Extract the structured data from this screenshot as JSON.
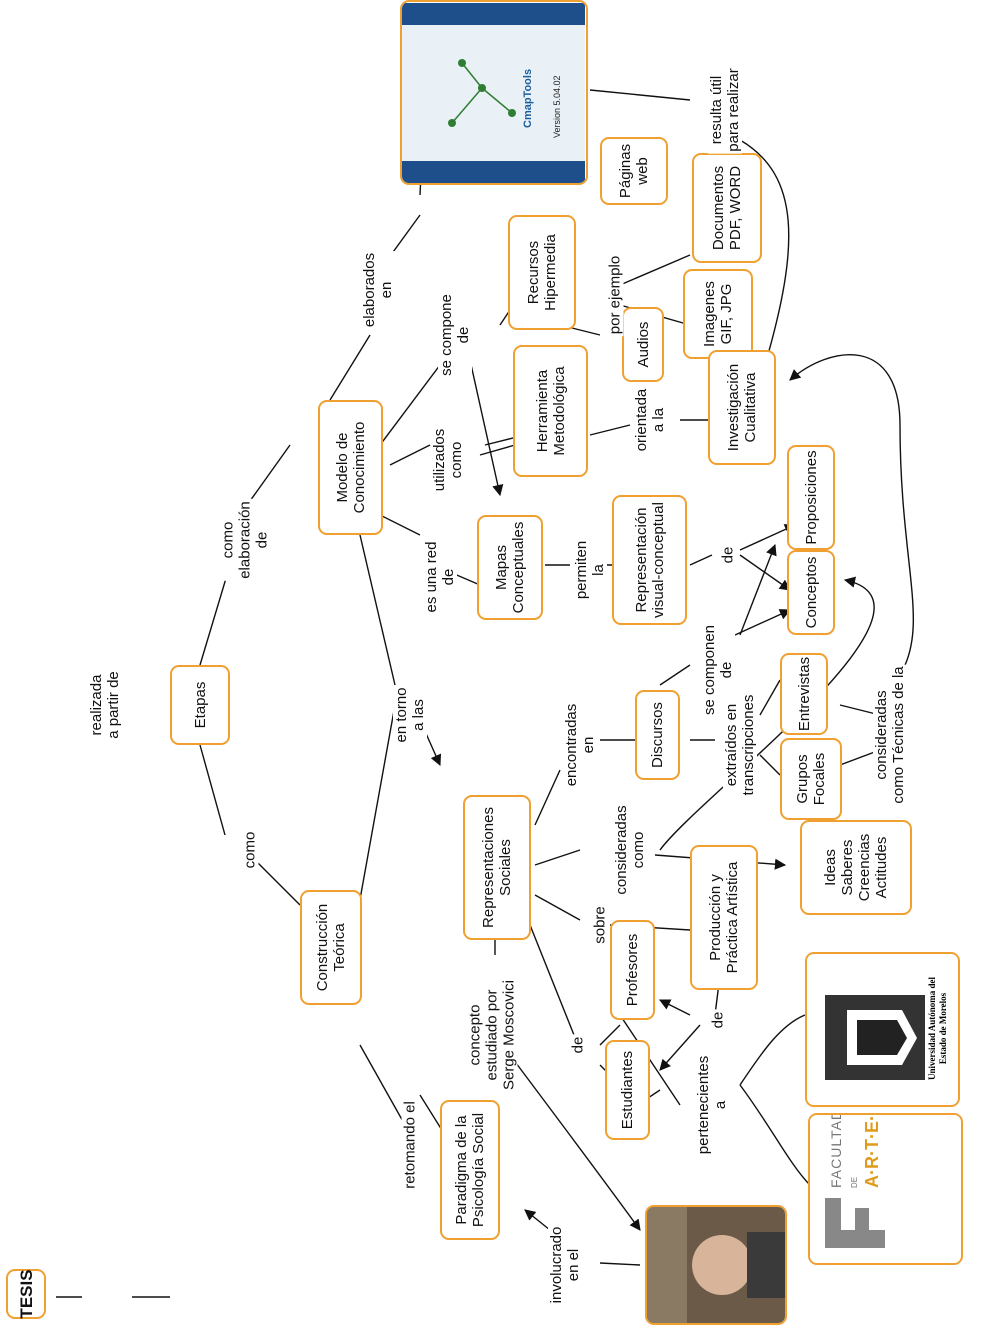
{
  "nodes": {
    "tesis": "TESIS",
    "etapas": "Etapas",
    "modelo": "Modelo de\nConocimiento",
    "construccion": "Construcción\nTeórica",
    "paradigma": "Paradigma de la\nPsicología Social",
    "representaciones": "Representaciones\nSociales",
    "mapas": "Mapas\nConceptuales",
    "herramienta": "Herramienta\nMetodológica",
    "recursos": "Recursos\nHipermedia",
    "audios": "Audios",
    "imagenes": "Imagenes\nGIF, JPG",
    "documentos": "Documentos\nPDF, WORD",
    "paginas": "Páginas\nweb",
    "investigacion": "Investigación\nCualitativa",
    "representacion_visual": "Representación\nvisual-conceptual",
    "proposiciones": "Proposiciones",
    "conceptos": "Conceptos",
    "discursos": "Discursos",
    "entrevistas": "Entrevistas",
    "grupos": "Grupos\nFocales",
    "ideas": "Ideas\nSaberes\nCreencias\nActitudes",
    "produccion": "Producción y\nPráctica Artística",
    "profesores": "Profesores",
    "estudiantes": "Estudiantes"
  },
  "links": {
    "realizada": "realizada\na partir de",
    "como_elab": "como\nelaboración\nde",
    "como": "como",
    "elaborados": "elaborados\nen",
    "se_compone": "se compone\nde",
    "utilizados": "utilizados\ncomo",
    "es_una_red": "es una red\nde",
    "en_torno": "en torno\na las",
    "retomando": "retomando el",
    "por_ejemplo": "por ejemplo",
    "orientada": "orientada\na la",
    "resulta": "resulta útil\npara realizar",
    "permiten": "permiten\nla",
    "de1": "de",
    "se_componen": "se componen\nde",
    "encontradas": "encontradas\nen",
    "extraidos": "extraídos en\ntranscripciones",
    "consideradas_tec": "consideradas\ncomo Técnicas de la",
    "consideradas": "consideradas\ncomo",
    "sobre": "sobre",
    "de2": "de",
    "de3": "de",
    "pertenecientes": "pertenecientes\na",
    "concepto": "concepto\nestudiado por\nSerge Moscovici",
    "involucrado": "involucrado\nen el"
  },
  "images": {
    "cmap_version": "Version 5.04.02",
    "cmap_name": "CmapTools",
    "uaem": "Universidad Autónoma del\nEstado de Morelos",
    "facultad": "FACULTAD",
    "de": "DE",
    "artes": "A·R·T·E·S"
  },
  "colors": {
    "node_border": "#f0a030",
    "line": "#111111"
  }
}
